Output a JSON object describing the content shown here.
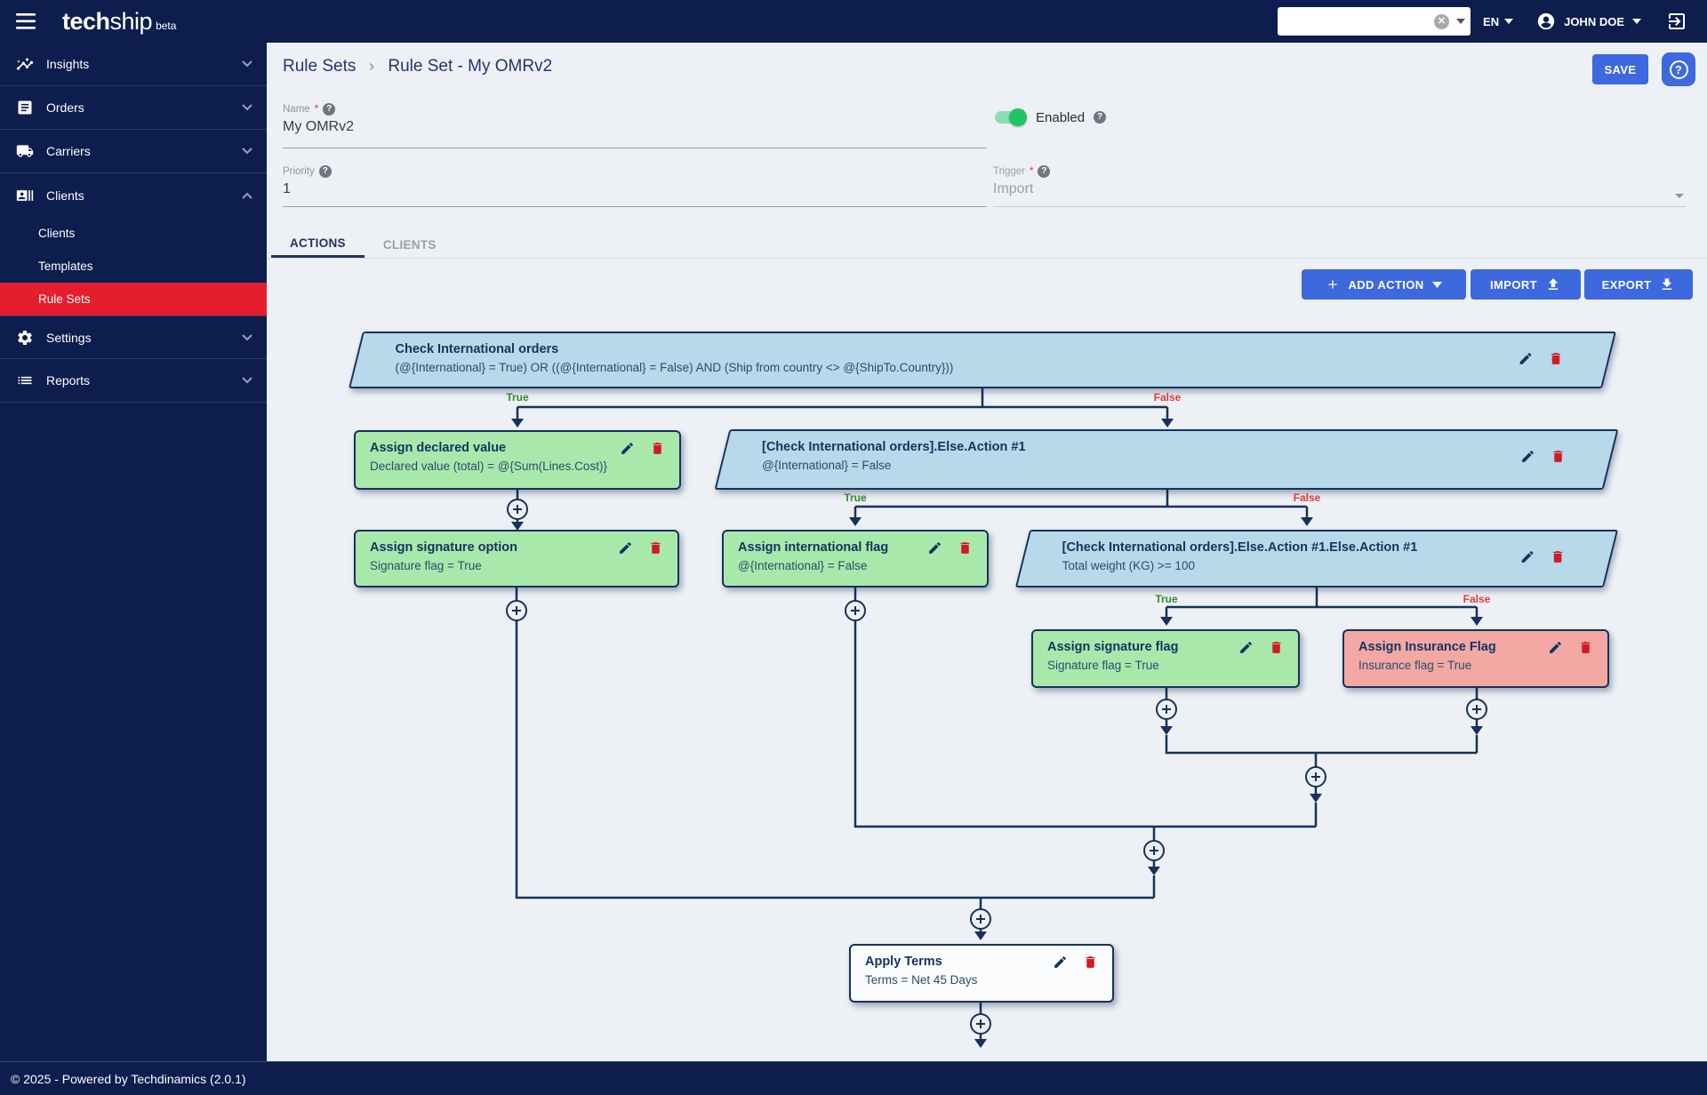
{
  "topbar": {
    "brand": "tech",
    "brand2": "ship",
    "brand_suffix": "beta",
    "search_value": "",
    "language": "EN",
    "user_name": "JOHN DOE"
  },
  "sidebar": {
    "items": [
      {
        "label": "Insights"
      },
      {
        "label": "Orders"
      },
      {
        "label": "Carriers"
      },
      {
        "label": "Clients",
        "expanded": true,
        "children": [
          "Clients",
          "Templates",
          "Rule Sets"
        ]
      },
      {
        "label": "Settings"
      },
      {
        "label": "Reports"
      }
    ],
    "active_child": "Rule Sets"
  },
  "breadcrumb": {
    "parent": "Rule Sets",
    "current": "Rule Set - My OMRv2"
  },
  "header": {
    "save_label": "SAVE"
  },
  "form": {
    "name": {
      "label": "Name",
      "required": "*",
      "value": "My OMRv2"
    },
    "enabled": {
      "label": "Enabled",
      "state": "on"
    },
    "priority": {
      "label": "Priority",
      "value": "1"
    },
    "trigger": {
      "label": "Trigger",
      "required": "*",
      "value": "Import"
    }
  },
  "tabs": [
    {
      "label": "ACTIONS",
      "active": true
    },
    {
      "label": "CLIENTS",
      "active": false
    }
  ],
  "toolbar": {
    "add_action_label": "ADD ACTION",
    "import_label": "IMPORT",
    "export_label": "EXPORT"
  },
  "flowchart": {
    "branch_true": "True",
    "branch_false": "False",
    "nodes": [
      {
        "id": "check-international-orders",
        "type": "condition",
        "title": "Check International orders",
        "subtitle": "(@{International} = True) OR ((@{International} = False) AND (Ship from country <> @{ShipTo.Country}))"
      },
      {
        "id": "assign-declared-value",
        "type": "action",
        "title": "Assign declared value",
        "subtitle": "Declared value (total) = @{Sum(Lines.Cost)}"
      },
      {
        "id": "check-intl-else-action-1",
        "type": "condition",
        "title": "[Check International orders].Else.Action #1",
        "subtitle": "@{International} = False"
      },
      {
        "id": "assign-signature-option",
        "type": "action",
        "title": "Assign signature option",
        "subtitle": "Signature flag = True"
      },
      {
        "id": "assign-international-flag",
        "type": "action",
        "title": "Assign international flag",
        "subtitle": "@{International} = False"
      },
      {
        "id": "check-intl-else-else-action-1",
        "type": "condition",
        "title": "[Check International orders].Else.Action #1.Else.Action #1",
        "subtitle": "Total weight (KG) >= 100"
      },
      {
        "id": "assign-signature-flag",
        "type": "action",
        "title": "Assign signature flag",
        "subtitle": "Signature flag = True"
      },
      {
        "id": "assign-insurance-flag",
        "type": "action-alert",
        "title": "Assign Insurance Flag",
        "subtitle": "Insurance flag = True"
      },
      {
        "id": "apply-terms",
        "type": "action-neutral",
        "title": "Apply Terms",
        "subtitle": "Terms = Net 45 Days"
      }
    ]
  },
  "footer": {
    "text": "© 2025 - Powered by Techdinamics (2.0.1)"
  },
  "colors": {
    "navy": "#0d1d4e",
    "accent_red": "#e41e2d",
    "button_blue": "#3d68de",
    "node_border": "#16325c",
    "condition_fill": "#b7d9e9",
    "action_fill": "#a9e8ab",
    "alert_fill": "#f3a8a4",
    "true_label": "#2e8b2e",
    "false_label": "#e23b33",
    "toggle_green": "#1fc55f"
  }
}
